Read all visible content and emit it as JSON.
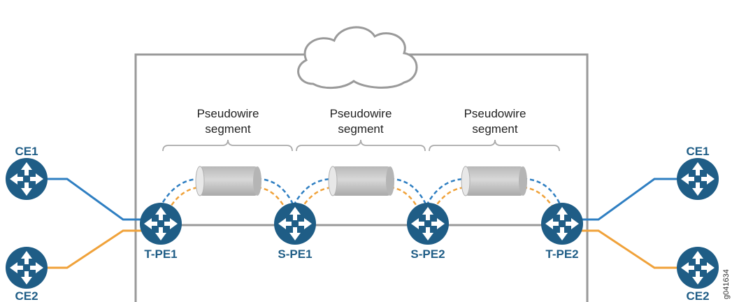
{
  "colors": {
    "router_fill": "#1f5d86",
    "blue_link": "#2f7fc2",
    "orange_link": "#f0a23a",
    "frame": "#9a9a9a",
    "tunnel": "#c4c4c4",
    "brace": "#aaaaaa"
  },
  "routers": {
    "ce1_left": "CE1",
    "ce2_left": "CE2",
    "tpe1": "T-PE1",
    "spe1": "S-PE1",
    "spe2": "S-PE2",
    "tpe2": "T-PE2",
    "ce1_right": "CE1",
    "ce2_right": "CE2"
  },
  "segments": [
    {
      "line1": "Pseudowire",
      "line2": "segment"
    },
    {
      "line1": "Pseudowire",
      "line2": "segment"
    },
    {
      "line1": "Pseudowire",
      "line2": "segment"
    }
  ],
  "figure_id": "g041634",
  "icons": {
    "router": "router-icon",
    "cloud": "cloud-icon",
    "tunnel": "tunnel-icon"
  }
}
